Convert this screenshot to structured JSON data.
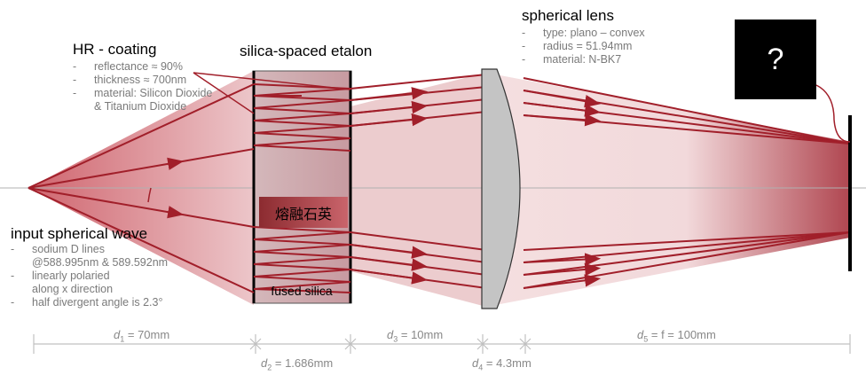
{
  "hr_coating": {
    "title": "HR - coating",
    "items": [
      "reflectance ≈ 90%",
      "thickness ≈ 700nm",
      "material: Silicon Dioxide",
      "& Titanium Dioxide"
    ]
  },
  "etalon": {
    "title": "silica-spaced etalon",
    "center_label": "熔融石英",
    "bottom_label": "fused silica"
  },
  "lens": {
    "title": "spherical lens",
    "items": [
      "type: plano – convex",
      "radius = 51.94mm",
      "material: N-BK7"
    ]
  },
  "unknown_box": {
    "label": "?"
  },
  "input_wave": {
    "title": "input spherical wave",
    "items": [
      "sodium D lines",
      "@588.995nm & 589.592nm",
      "linearly polaried",
      "along x direction",
      "half divergent angle is 2.3°"
    ]
  },
  "dimensions": {
    "d1": {
      "name": "d",
      "index": "1",
      "value": " = 70mm"
    },
    "d2": {
      "name": "d",
      "index": "2",
      "value": " = 1.686mm"
    },
    "d3": {
      "name": "d",
      "index": "3",
      "value": " = 10mm"
    },
    "d4": {
      "name": "d",
      "index": "4",
      "value": " = 4.3mm"
    },
    "d5": {
      "name": "d",
      "index": "5",
      "value": " = f = 100mm"
    }
  },
  "colors": {
    "beam_dark": "#a11f2a",
    "beam_light": "#f1d7d9",
    "lens_fill": "#c4c4c4",
    "etalon_fill": "#d9c6c8",
    "dim_line": "#c0c0c0"
  }
}
